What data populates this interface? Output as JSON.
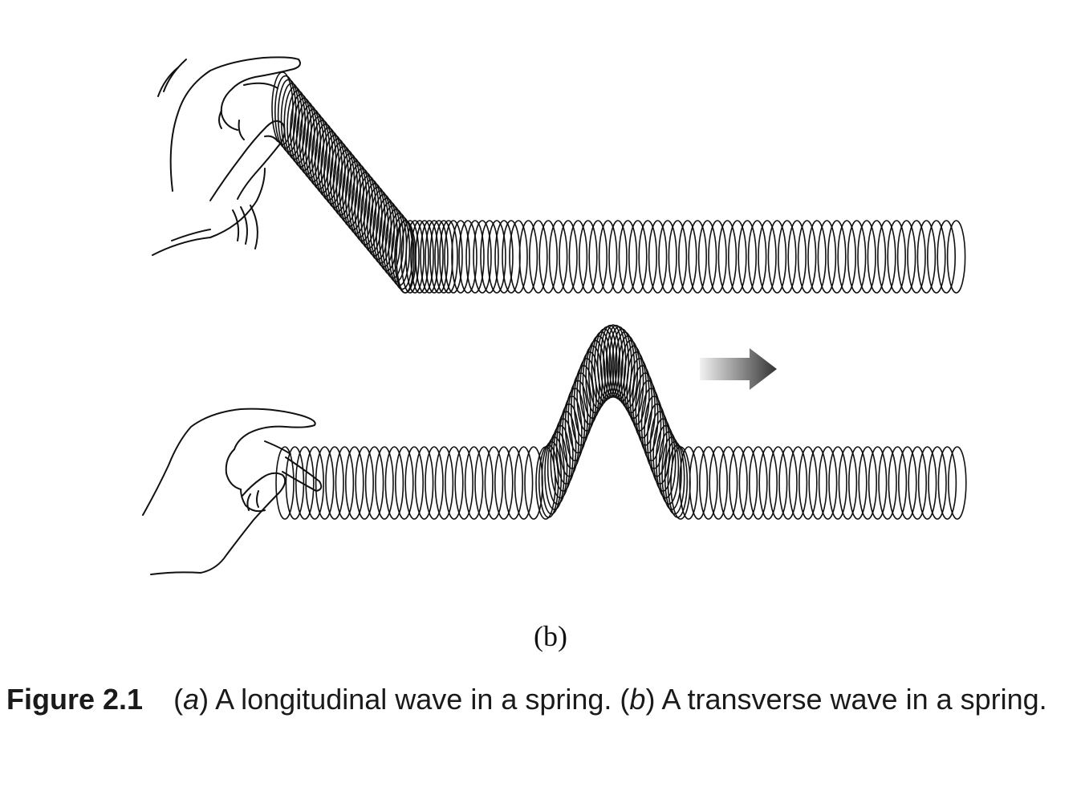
{
  "figure": {
    "panel_label": "(b)",
    "caption_number": "Figure 2.1",
    "caption_parts": [
      {
        "text": "(",
        "italic": false
      },
      {
        "text": "a",
        "italic": true
      },
      {
        "text": ") A longitudinal wave in a spring. (",
        "italic": false
      },
      {
        "text": "b",
        "italic": true
      },
      {
        "text": ") A transverse wave in a spring.",
        "italic": false
      }
    ]
  },
  "style": {
    "ink": "#111111",
    "arrow_dark": "#333333",
    "arrow_light": "#f2f2f2"
  }
}
